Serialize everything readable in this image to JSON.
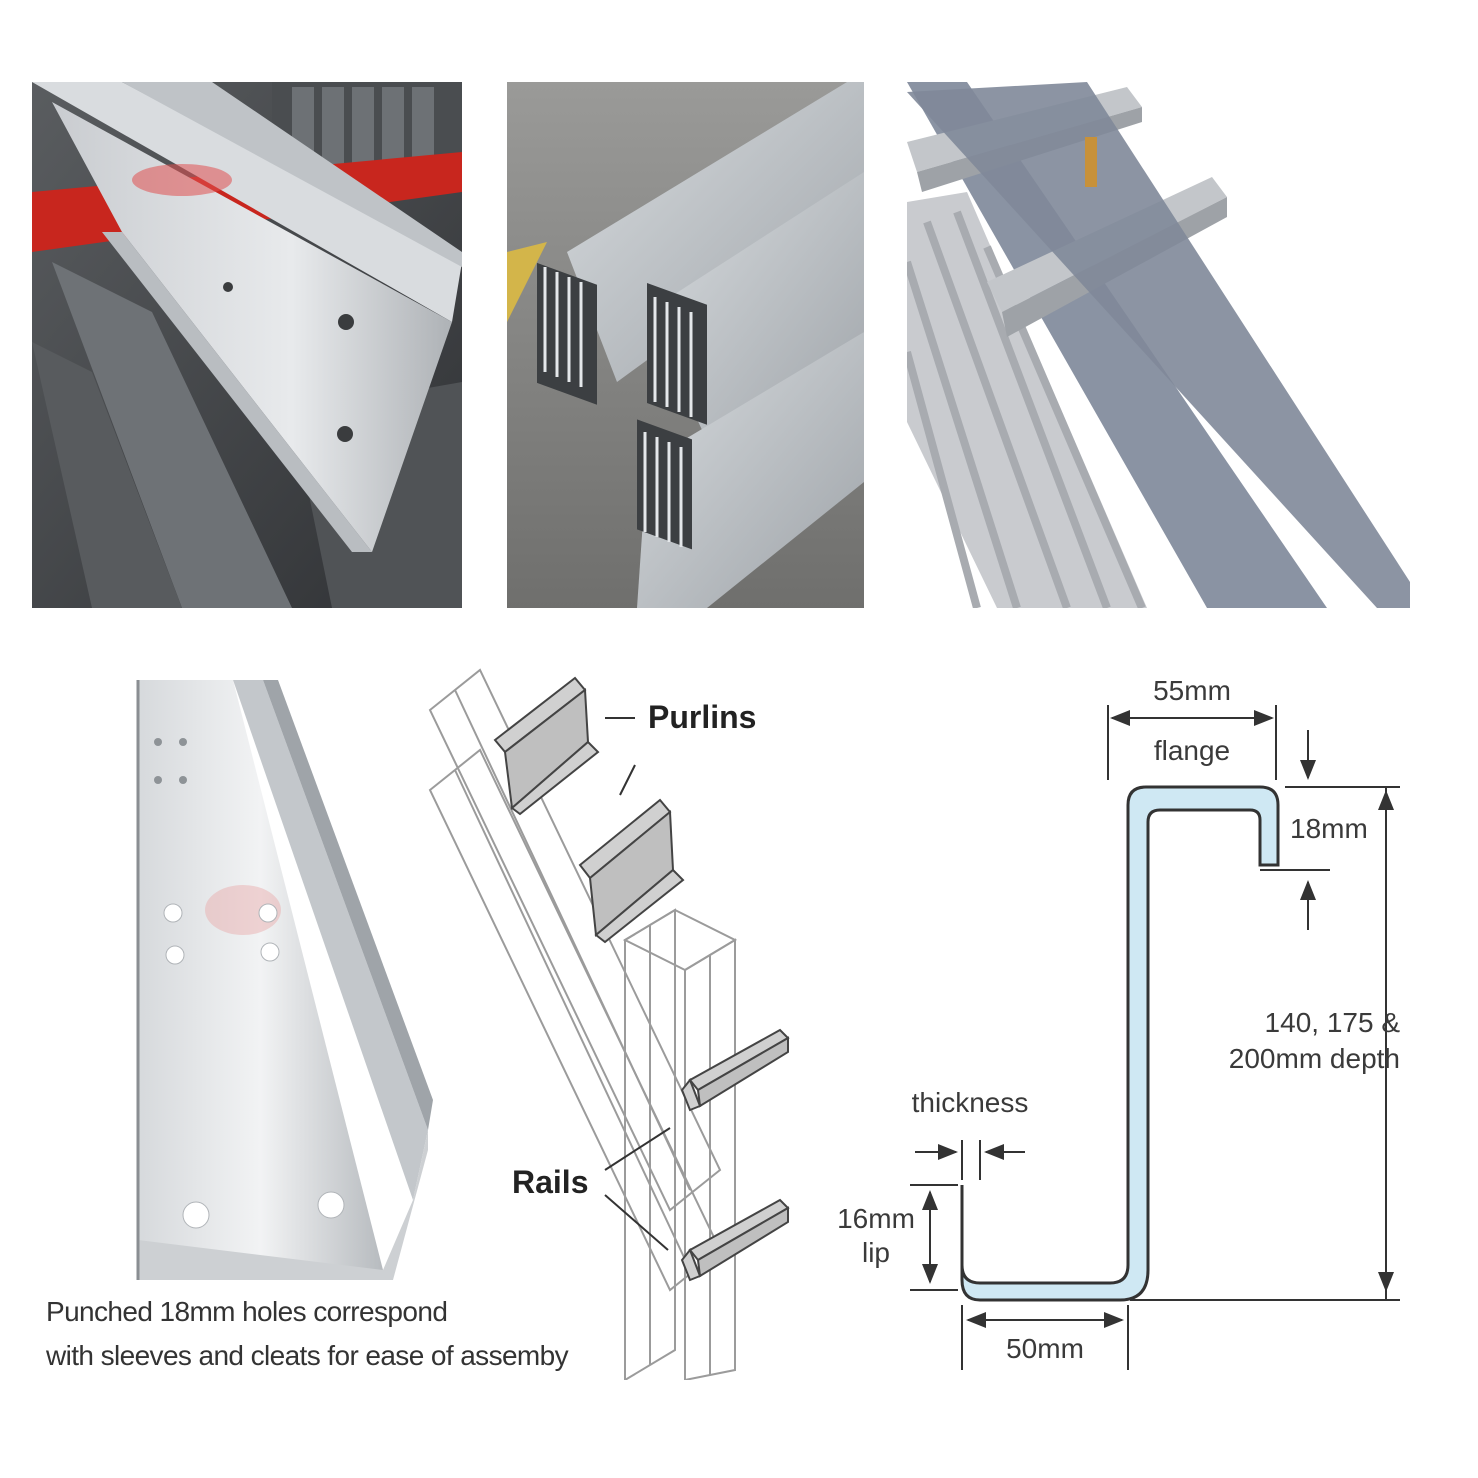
{
  "photos": {
    "photo1": "z-purlin-closeup",
    "photo2": "purlin-stack",
    "photo3": "roof-purlin-render",
    "photo4": "punched-purlin"
  },
  "frame_diagram": {
    "purlins_label": "Purlins",
    "rails_label": "Rails"
  },
  "dimension_diagram": {
    "flange_width": "55mm",
    "flange_label": "flange",
    "return_lip": "18mm",
    "depth_line1": "140, 175 &",
    "depth_line2": "200mm depth",
    "thickness_label": "thickness",
    "lip_value": "16mm",
    "lip_label": "lip",
    "bottom_width": "50mm",
    "profile_fill": "#cfe8f3",
    "profile_stroke": "#333333"
  },
  "caption": {
    "line1": "Punched 18mm holes correspond",
    "line2": "with sleeves and cleats for ease of assemby"
  }
}
